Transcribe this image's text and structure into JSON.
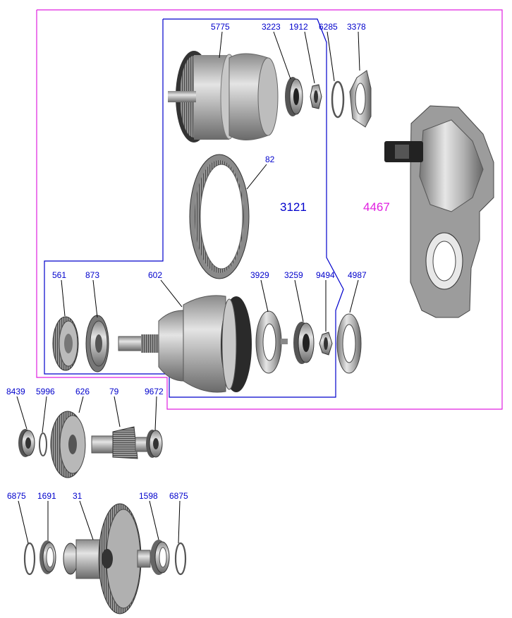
{
  "colors": {
    "blue": "#0000cc",
    "magenta": "#e020e0",
    "part_dark": "#555555",
    "part_mid": "#9a9a9a",
    "part_light": "#d8d8d8"
  },
  "groups": {
    "inner": "3121",
    "outer": "4467"
  },
  "labels": {
    "l5775": "5775",
    "l3223": "3223",
    "l1912": "1912",
    "l6285": "6285",
    "l3378": "3378",
    "l82": "82",
    "l561": "561",
    "l873": "873",
    "l602": "602",
    "l3929": "3929",
    "l3259": "3259",
    "l9494": "9494",
    "l4987": "4987",
    "l8439": "8439",
    "l5996": "5996",
    "l626": "626",
    "l79": "79",
    "l9672": "9672",
    "l6875a": "6875",
    "l1691": "1691",
    "l31": "31",
    "l1598": "1598",
    "l6875b": "6875"
  }
}
